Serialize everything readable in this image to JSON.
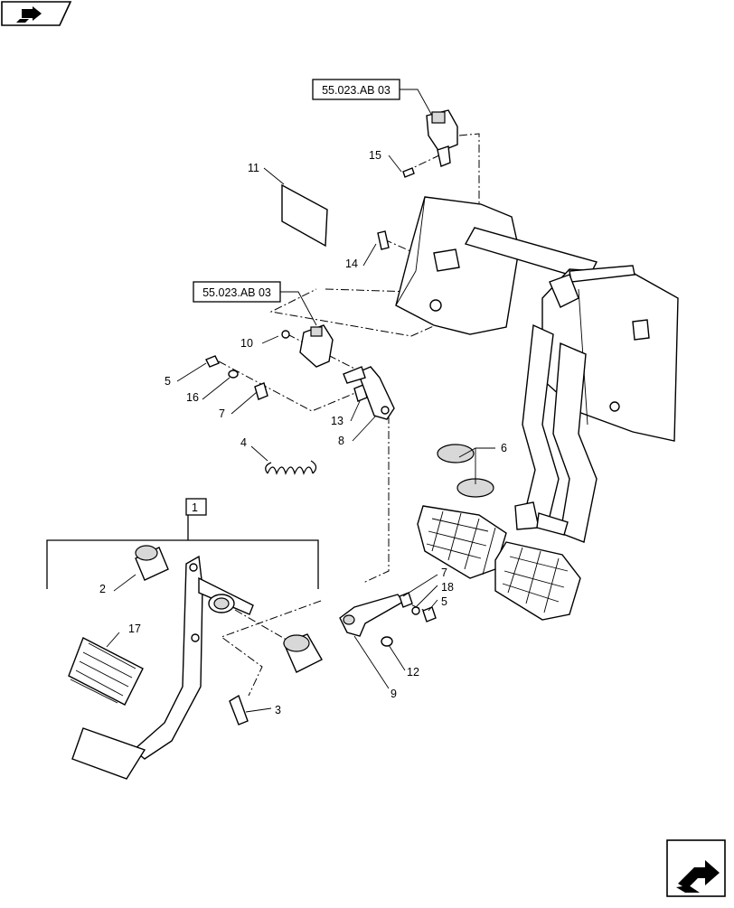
{
  "references": {
    "top": "55.023.AB 03",
    "middle": "55.023.AB 03"
  },
  "callouts": {
    "n1": "1",
    "n2": "2",
    "n3": "3",
    "n4": "4",
    "n5a": "5",
    "n5b": "5",
    "n6": "6",
    "n7a": "7",
    "n7b": "7",
    "n8": "8",
    "n9": "9",
    "n10": "10",
    "n11": "11",
    "n12": "12",
    "n13": "13",
    "n14": "14",
    "n15": "15",
    "n16": "16",
    "n17": "17",
    "n18": "18"
  },
  "icons": {
    "top_left": "back-arrow-icon",
    "bottom_right": "next-page-arrow-icon"
  }
}
